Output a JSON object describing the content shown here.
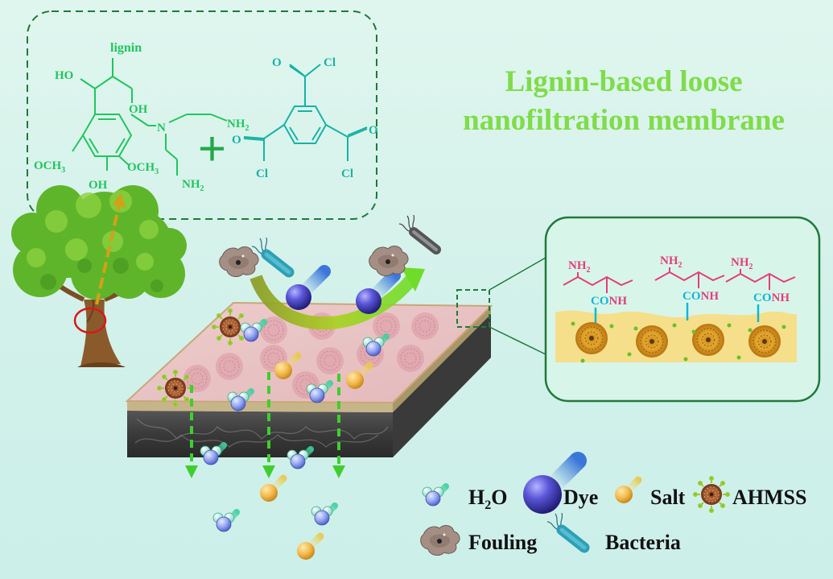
{
  "title": {
    "line1": "Lignin-based loose",
    "line2": "nanofiltration membrane"
  },
  "chemistry": {
    "lignin": "lignin",
    "ho_top": "HO",
    "oh_mid": "OH",
    "n_atom": "N",
    "nh2_right": "NH",
    "nh2_right_sub": "2",
    "nh2_bottom": "NH",
    "nh2_bottom_sub": "2",
    "och3_left": "OCH",
    "och3_left_sub": "3",
    "och3_right": "OCH",
    "och3_right_sub": "3",
    "oh_bottom": "OH",
    "plus": "+",
    "tmc_cl_top": "Cl",
    "tmc_o_top": "O",
    "tmc_o_left": "O",
    "tmc_o_right": "O",
    "tmc_cl_left": "Cl",
    "tmc_cl_right": "Cl"
  },
  "zoom": {
    "nh2": "NH",
    "nh2_sub": "2",
    "conh": "CONH",
    "units": 3
  },
  "legend": {
    "h2o": "H",
    "h2o_sub": "2",
    "h2o_tail": "O",
    "dye": "Dye",
    "salt": "Salt",
    "ahmss": "AHMSS",
    "fouling": "Fouling",
    "bacteria": "Bacteria"
  },
  "colors": {
    "title": "#7fdc4a",
    "chem_lignin": "#22c55e",
    "chem_tmc": "#17b3a3",
    "dash_border": "#1f7a3a",
    "arrow_green": "#3ecf2e",
    "polymer_pink": "#e0407a",
    "link_cyan": "#12b6d6",
    "zoom_bg": "#f5df8a",
    "tree_ring": "#d51a1a"
  }
}
